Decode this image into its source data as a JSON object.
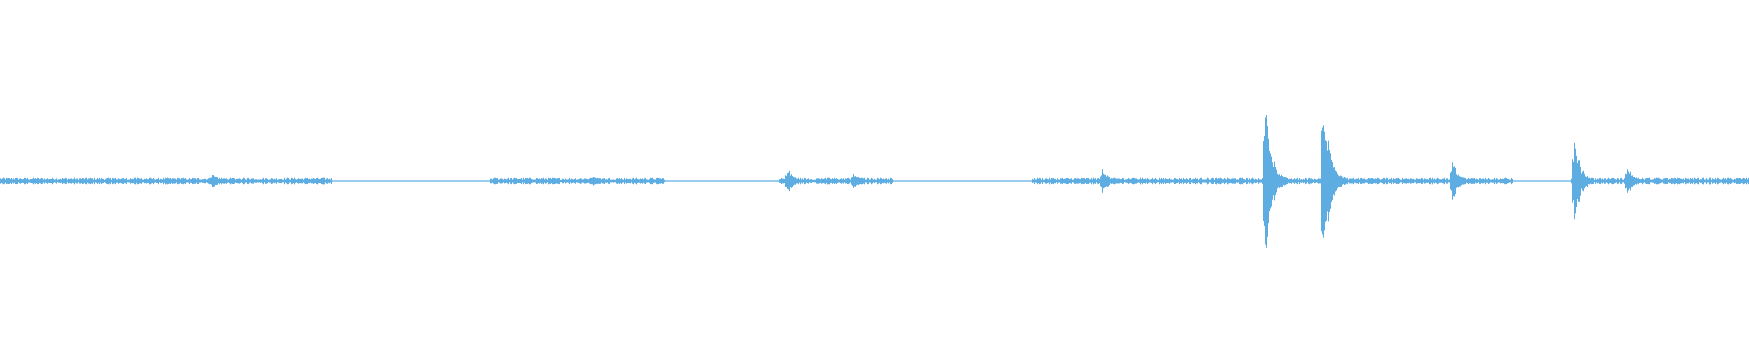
{
  "waveform": {
    "color": "#5dade2",
    "background": "#ffffff",
    "peak_scale": 1.0,
    "bursts": [
      {
        "t": 0.064,
        "amp": 0.02
      },
      {
        "t": 0.121,
        "amp": 0.05
      },
      {
        "t": 0.339,
        "amp": 0.04
      },
      {
        "t": 0.45,
        "amp": 0.08
      },
      {
        "t": 0.487,
        "amp": 0.06
      },
      {
        "t": 0.63,
        "amp": 0.08
      },
      {
        "t": 0.723,
        "amp": 0.55
      },
      {
        "t": 0.756,
        "amp": 0.62
      },
      {
        "t": 0.83,
        "amp": 0.13
      },
      {
        "t": 0.9,
        "amp": 0.25
      },
      {
        "t": 0.93,
        "amp": 0.09
      }
    ],
    "quiet_regions": [
      {
        "start": 0.19,
        "end": 0.28,
        "amp": 0.004
      },
      {
        "start": 0.38,
        "end": 0.445,
        "amp": 0.003
      },
      {
        "start": 0.51,
        "end": 0.59,
        "amp": 0.004
      },
      {
        "start": 0.865,
        "end": 0.898,
        "amp": 0.005
      }
    ]
  }
}
